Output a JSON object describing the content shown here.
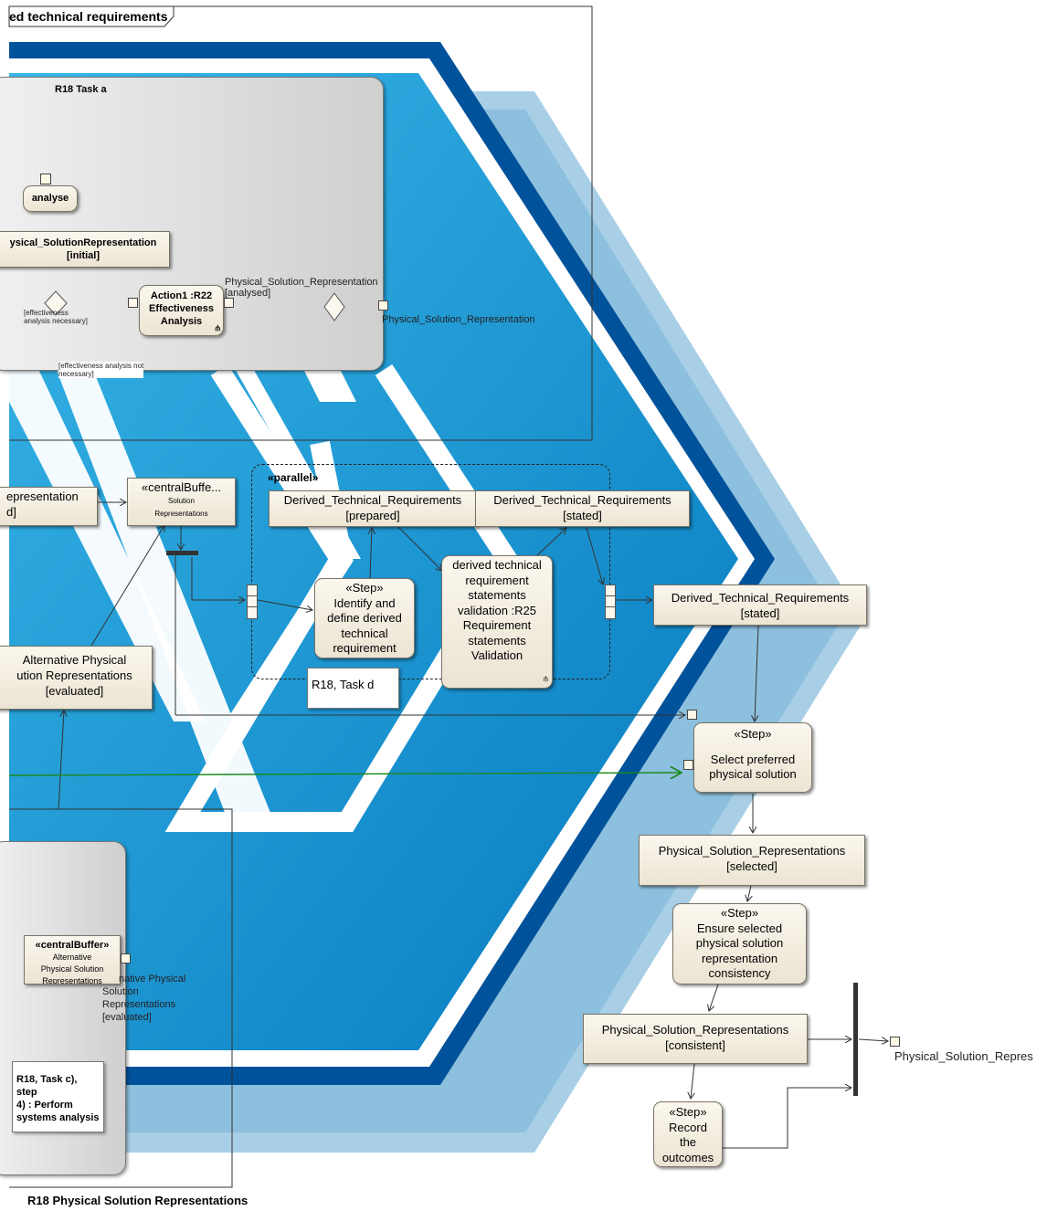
{
  "frame": {
    "title": "ed technical requirements"
  },
  "region_a": {
    "title": "R18 Task a"
  },
  "region_bottom": {
    "title": "R18 Physical Solution Representations"
  },
  "top_nodes": {
    "analyse": "analyse",
    "psr_initial_line1": "ysical_SolutionRepresentation",
    "psr_initial_line2": "[initial]",
    "action1_line1": "Action1 :R22",
    "action1_line2": "Effectiveness",
    "action1_line3": "Analysis",
    "psr_analysed_line1": "Physical_Solution_Representation",
    "psr_analysed_line2": "[analysed]",
    "psr_out_pin": "Physical_Solution_Representation",
    "guard_necessary_line1": "[effectiveness",
    "guard_necessary_line2": "analysis necessary]",
    "guard_not_line1": "[effectiveness analysis not",
    "guard_not_line2": "necessary]"
  },
  "middle_nodes": {
    "rep_left_line1": "epresentation",
    "rep_left_line2": "d]",
    "central_buffer_line1": "«centralBuffe...",
    "central_buffer_line2": "Solution",
    "central_buffer_line3": "Representations",
    "parallel_label": "«parallel»",
    "dtr_prepared_line1": "Derived_Technical_Requirements",
    "dtr_prepared_line2": "[prepared]",
    "dtr_stated_line1": "Derived_Technical_Requirements",
    "dtr_stated_line2": "[stated]",
    "step_identify": [
      "«Step»",
      "Identify and",
      "define derived",
      "technical",
      "requirement"
    ],
    "validation": [
      "derived technical",
      "requirement",
      "statements",
      "validation :R25",
      "Requirement",
      "statements",
      "Validation"
    ],
    "note_task_d": "R18, Task d",
    "dtr_stated_right_line1": "Derived_Technical_Requirements",
    "dtr_stated_right_line2": "[stated]",
    "alt_phys_line1": "Alternative Physical",
    "alt_phys_line2": "ution Representations",
    "alt_phys_line3": "[evaluated]"
  },
  "right_nodes": {
    "step_select": [
      "«Step»",
      "Select preferred",
      "physical solution"
    ],
    "psr_selected_line1": "Physical_Solution_Representations",
    "psr_selected_line2": "[selected]",
    "step_ensure": [
      "«Step»",
      "Ensure selected",
      "physical solution",
      "representation",
      "consistency"
    ],
    "psr_consistent_line1": "Physical_Solution_Representations",
    "psr_consistent_line2": "[consistent]",
    "step_record": [
      "«Step»",
      "Record",
      "the",
      "outcomes"
    ],
    "out_pin_label": "Physical_Solution_Repres"
  },
  "bottom_nodes": {
    "central_buffer_alt_line1": "«centralBuffer»",
    "central_buffer_alt_line2": "Alternative",
    "central_buffer_alt_line3": "Physical Solution",
    "central_buffer_alt_line4": "Representations",
    "alt_label_line1": "native Physical",
    "alt_label_line2": "Solution",
    "alt_label_line3": "Representations",
    "alt_label_line4": "[evaluated]",
    "note_task_c_line1": "R18, Task c), step",
    "note_task_c_line2": "4) : Perform",
    "note_task_c_line3": "systems analysis"
  },
  "colors": {
    "hex_dark": "#00529b",
    "hex_mid": "#0e8fd0",
    "hex_light": "#a9cfe6",
    "node_fill": "#f3ecdc",
    "green_flow": "#1a8a1a"
  }
}
